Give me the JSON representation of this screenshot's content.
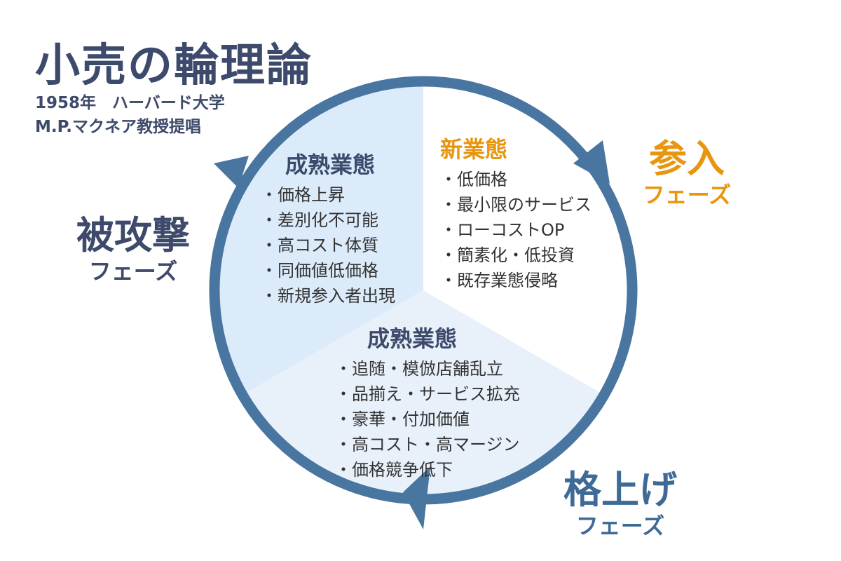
{
  "header": {
    "title": "小売の輪理論",
    "subtitle_line1": "1958年　ハーバード大学",
    "subtitle_line2": "M.P.マクネア教授提唱"
  },
  "phases": {
    "entry": {
      "main": "参入",
      "sub": "フェーズ"
    },
    "trade_up": {
      "main": "格上げ",
      "sub": "フェーズ"
    },
    "attacked": {
      "main": "被攻撃",
      "sub": "フェーズ"
    }
  },
  "sections": {
    "new": {
      "title": "新業態",
      "items": [
        "・低価格",
        "・最小限のサービス",
        "・ローコストOP",
        "・簡素化・低投資",
        "・既存業態侵略"
      ]
    },
    "mature_bottom": {
      "title": "成熟業態",
      "items": [
        "・追随・模倣店舗乱立",
        "・品揃え・サービス拡充",
        "・豪華・付加価値",
        "・高コスト・高マージン",
        "・価格競争低下"
      ]
    },
    "mature_left": {
      "title": "成熟業態",
      "items": [
        "・価格上昇",
        "・差別化不可能",
        "・高コスト体質",
        "・同価値低価格",
        "・新規参入者出現"
      ]
    }
  },
  "colors": {
    "navy": "#3d4a6b",
    "ring": "#4876a0",
    "orange": "#e8950f",
    "blue_text": "#3e6a96",
    "left_fill": "#dcebfa",
    "bottom_fill": "#e8f1fa",
    "text": "#333333"
  }
}
